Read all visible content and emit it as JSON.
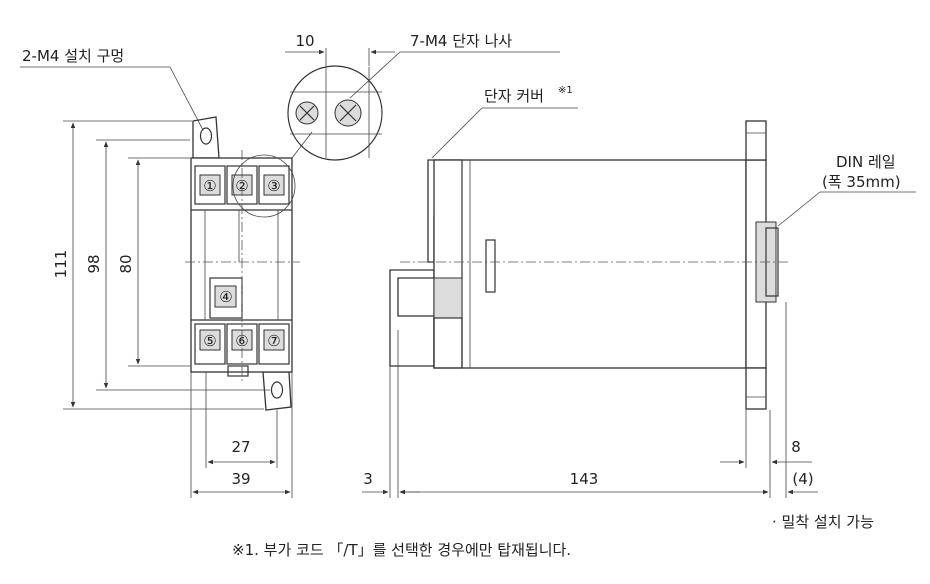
{
  "labels": {
    "mounting_holes": "2-M4 설치 구멍",
    "terminal_screws": "7-M4 단자 나사",
    "terminal_cover": "단자 커버",
    "terminal_cover_mark": "※1",
    "din_rail": "DIN 레일",
    "din_rail_width": "(폭 35mm)",
    "side_by_side_note": "· 밀착 설치 가능",
    "footnote": "※1. 부가 코드 「/T」를 선택한 경우에만 탑재됩니다."
  },
  "dimensions": {
    "pitch": "10",
    "height_total": "111",
    "height_body": "98",
    "height_mount": "80",
    "width_inner": "27",
    "width_outer": "39",
    "offset_left": "3",
    "depth": "143",
    "rail_offset": "8",
    "rail_protrusion": "(4)"
  },
  "terminals": [
    "①",
    "②",
    "③",
    "④",
    "⑤",
    "⑥",
    "⑦"
  ]
}
